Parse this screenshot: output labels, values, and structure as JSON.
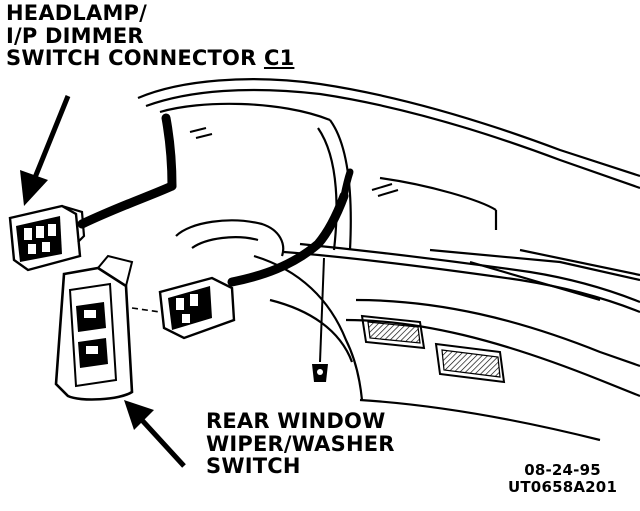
{
  "labels": {
    "connector_c1": {
      "line1": "HEADLAMP/",
      "line2": "I/P DIMMER",
      "line3_prefix": "SWITCH CONNECTOR ",
      "line3_id": "C1"
    },
    "rear_wiper_switch": {
      "line1": "REAR WINDOW",
      "line2": "WIPER/WASHER",
      "line3": "SWITCH"
    },
    "date": "08-24-95",
    "figure_code": "UT0658A201"
  },
  "colors": {
    "ink": "#000000",
    "paper": "#ffffff",
    "hatch": "#333333"
  },
  "icons": [
    "arrow-pointer-icon",
    "connector-icon",
    "switch-icon",
    "fastener-icon"
  ]
}
